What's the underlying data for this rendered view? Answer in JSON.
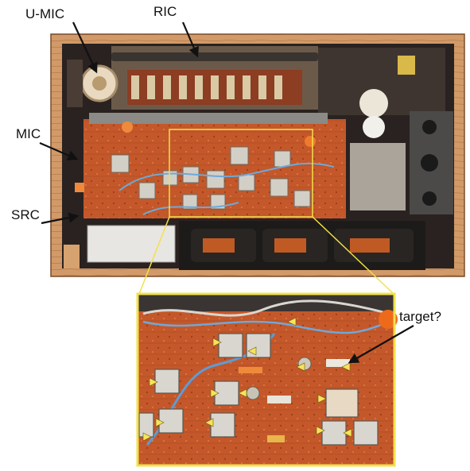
{
  "labels": {
    "u_mic": "U-MIC",
    "ric": "RIC",
    "mic": "MIC",
    "src": "SRC",
    "target": "target?"
  },
  "colors": {
    "wood_frame": "#c98f5e",
    "wood_dark": "#8a5a34",
    "circuit_board": "#c55a2a",
    "battery_black": "#1c1a18",
    "zoom_border": "#f2e14a",
    "arrow": "#111111",
    "marker": "#f6e35a",
    "target_dot": "#ee6a1b"
  },
  "icons": {
    "zoom_callout": "zoom-callout",
    "component_marker": "yellow-triangle-marker",
    "pointer": "black-arrow"
  }
}
